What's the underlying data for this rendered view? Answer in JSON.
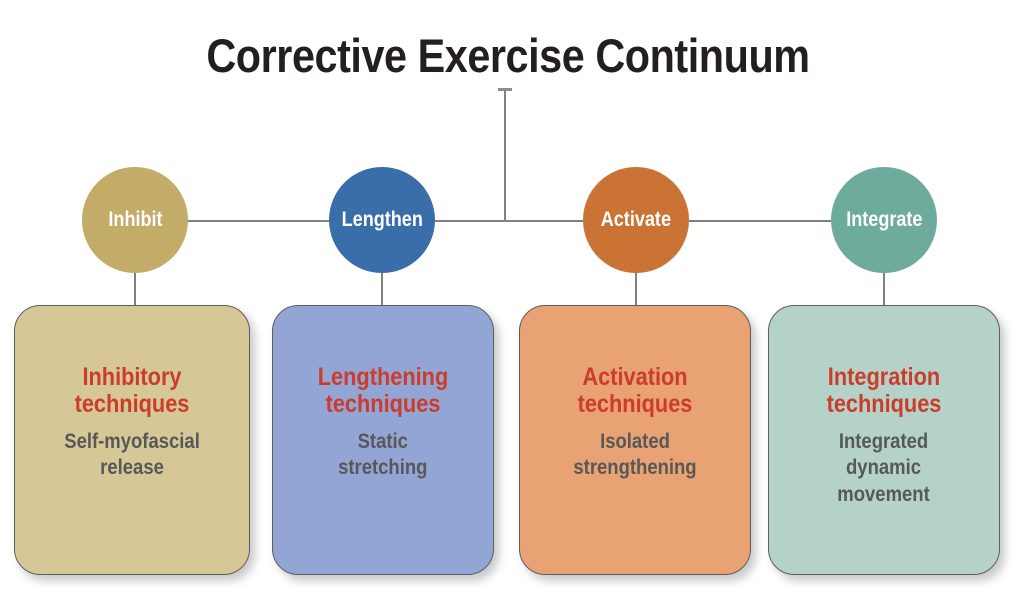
{
  "title": "Corrective Exercise Continuum",
  "colors": {
    "line": "#808080",
    "heading_red": "#cc3c2a",
    "body_gray": "#585858",
    "title_black": "#231f20",
    "box_border": "#5e5e5e"
  },
  "stages": [
    {
      "id": "inhibit",
      "circle_label": "Inhibit",
      "circle_color": "#c3ab68",
      "box_color": "#d6c896",
      "heading": "Inhibitory\ntechniques",
      "body": "Self-myofascial\nrelease"
    },
    {
      "id": "lengthen",
      "circle_label": "Lengthen",
      "circle_color": "#3a6eab",
      "box_color": "#93a5d4",
      "heading": "Lengthening\ntechniques",
      "body": "Static\nstretching"
    },
    {
      "id": "activate",
      "circle_label": "Activate",
      "circle_color": "#ca7334",
      "box_color": "#e8a273",
      "heading": "Activation\ntechniques",
      "body": "Isolated\nstrengthening"
    },
    {
      "id": "integrate",
      "circle_label": "Integrate",
      "circle_color": "#6dab9c",
      "box_color": "#b5d2c9",
      "heading": "Integration\ntechniques",
      "body": "Integrated\ndynamic\nmovement"
    }
  ]
}
